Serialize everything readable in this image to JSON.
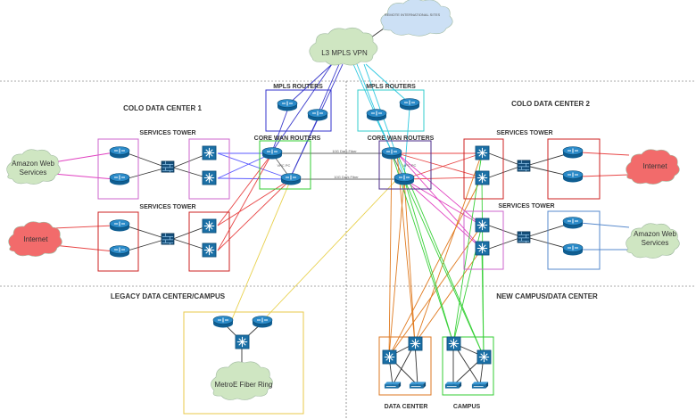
{
  "clouds": {
    "remote": {
      "label": "REMOTE INTERNATIONAL SITES",
      "color": "#cce0f5"
    },
    "mpls": {
      "label": "L3 MPLS VPN",
      "color": "#cfe6c2"
    },
    "aws_left": {
      "label_line1": "Amazon Web",
      "label_line2": "Services",
      "color": "#cfe6c2"
    },
    "internet_left": {
      "label": "Internet",
      "color": "#f26b6b"
    },
    "internet_right": {
      "label": "Internet",
      "color": "#f26b6b"
    },
    "aws_right": {
      "label_line1": "Amazon Web",
      "label_line2": "Services",
      "color": "#cfe6c2"
    },
    "metroe": {
      "label": "MetroE Fiber Ring",
      "color": "#cfe6c2"
    }
  },
  "sections": {
    "colo1": "COLO DATA CENTER 1",
    "colo2": "COLO DATA CENTER 2",
    "legacy": "LEGACY DATA CENTER/CAMPUS",
    "newcampus": "NEW CAMPUS/DATA CENTER"
  },
  "labels": {
    "mpls_left": "MPLS ROUTERS",
    "mpls_right": "MPLS ROUTERS",
    "core_left": "CORE WAN ROUTERS",
    "core_right": "CORE WAN ROUTERS",
    "tower_l1": "SERVICES TOWER",
    "tower_l2": "SERVICES TOWER",
    "tower_r1": "SERVICES TOWER",
    "tower_r2": "SERVICES TOWER",
    "data_center": "DATA CENTER",
    "campus": "CAMPUS",
    "link1": "10G Dark Fiber",
    "link2": "10G Dark Fiber",
    "link3": "10G Dark Fiber",
    "link4": "10G Dark Fiber",
    "vpc_left": "VPC PC",
    "vpc_right": "VPC PC"
  },
  "colors": {
    "mpls_box": "#3333cc",
    "mpls_box_right": "#33cccc",
    "core_left_box": "#33cc33",
    "core_right_box": "#4b2b8a",
    "tower_purple": "#cc66cc",
    "tower_red": "#cc2222",
    "tower_blue": "#5588cc",
    "legacy_box": "#e8c84a",
    "dc_box": "#dd7722",
    "campus_box": "#33cc33",
    "device_fill": "#1a6fa5",
    "link_orange": "#e07a1f",
    "link_green": "#3ad13a",
    "link_red": "#e84646",
    "link_pink": "#e040c0",
    "link_blue": "#3a3acc",
    "link_cyan": "#2ec8e0",
    "link_yellow": "#e8d04a"
  }
}
